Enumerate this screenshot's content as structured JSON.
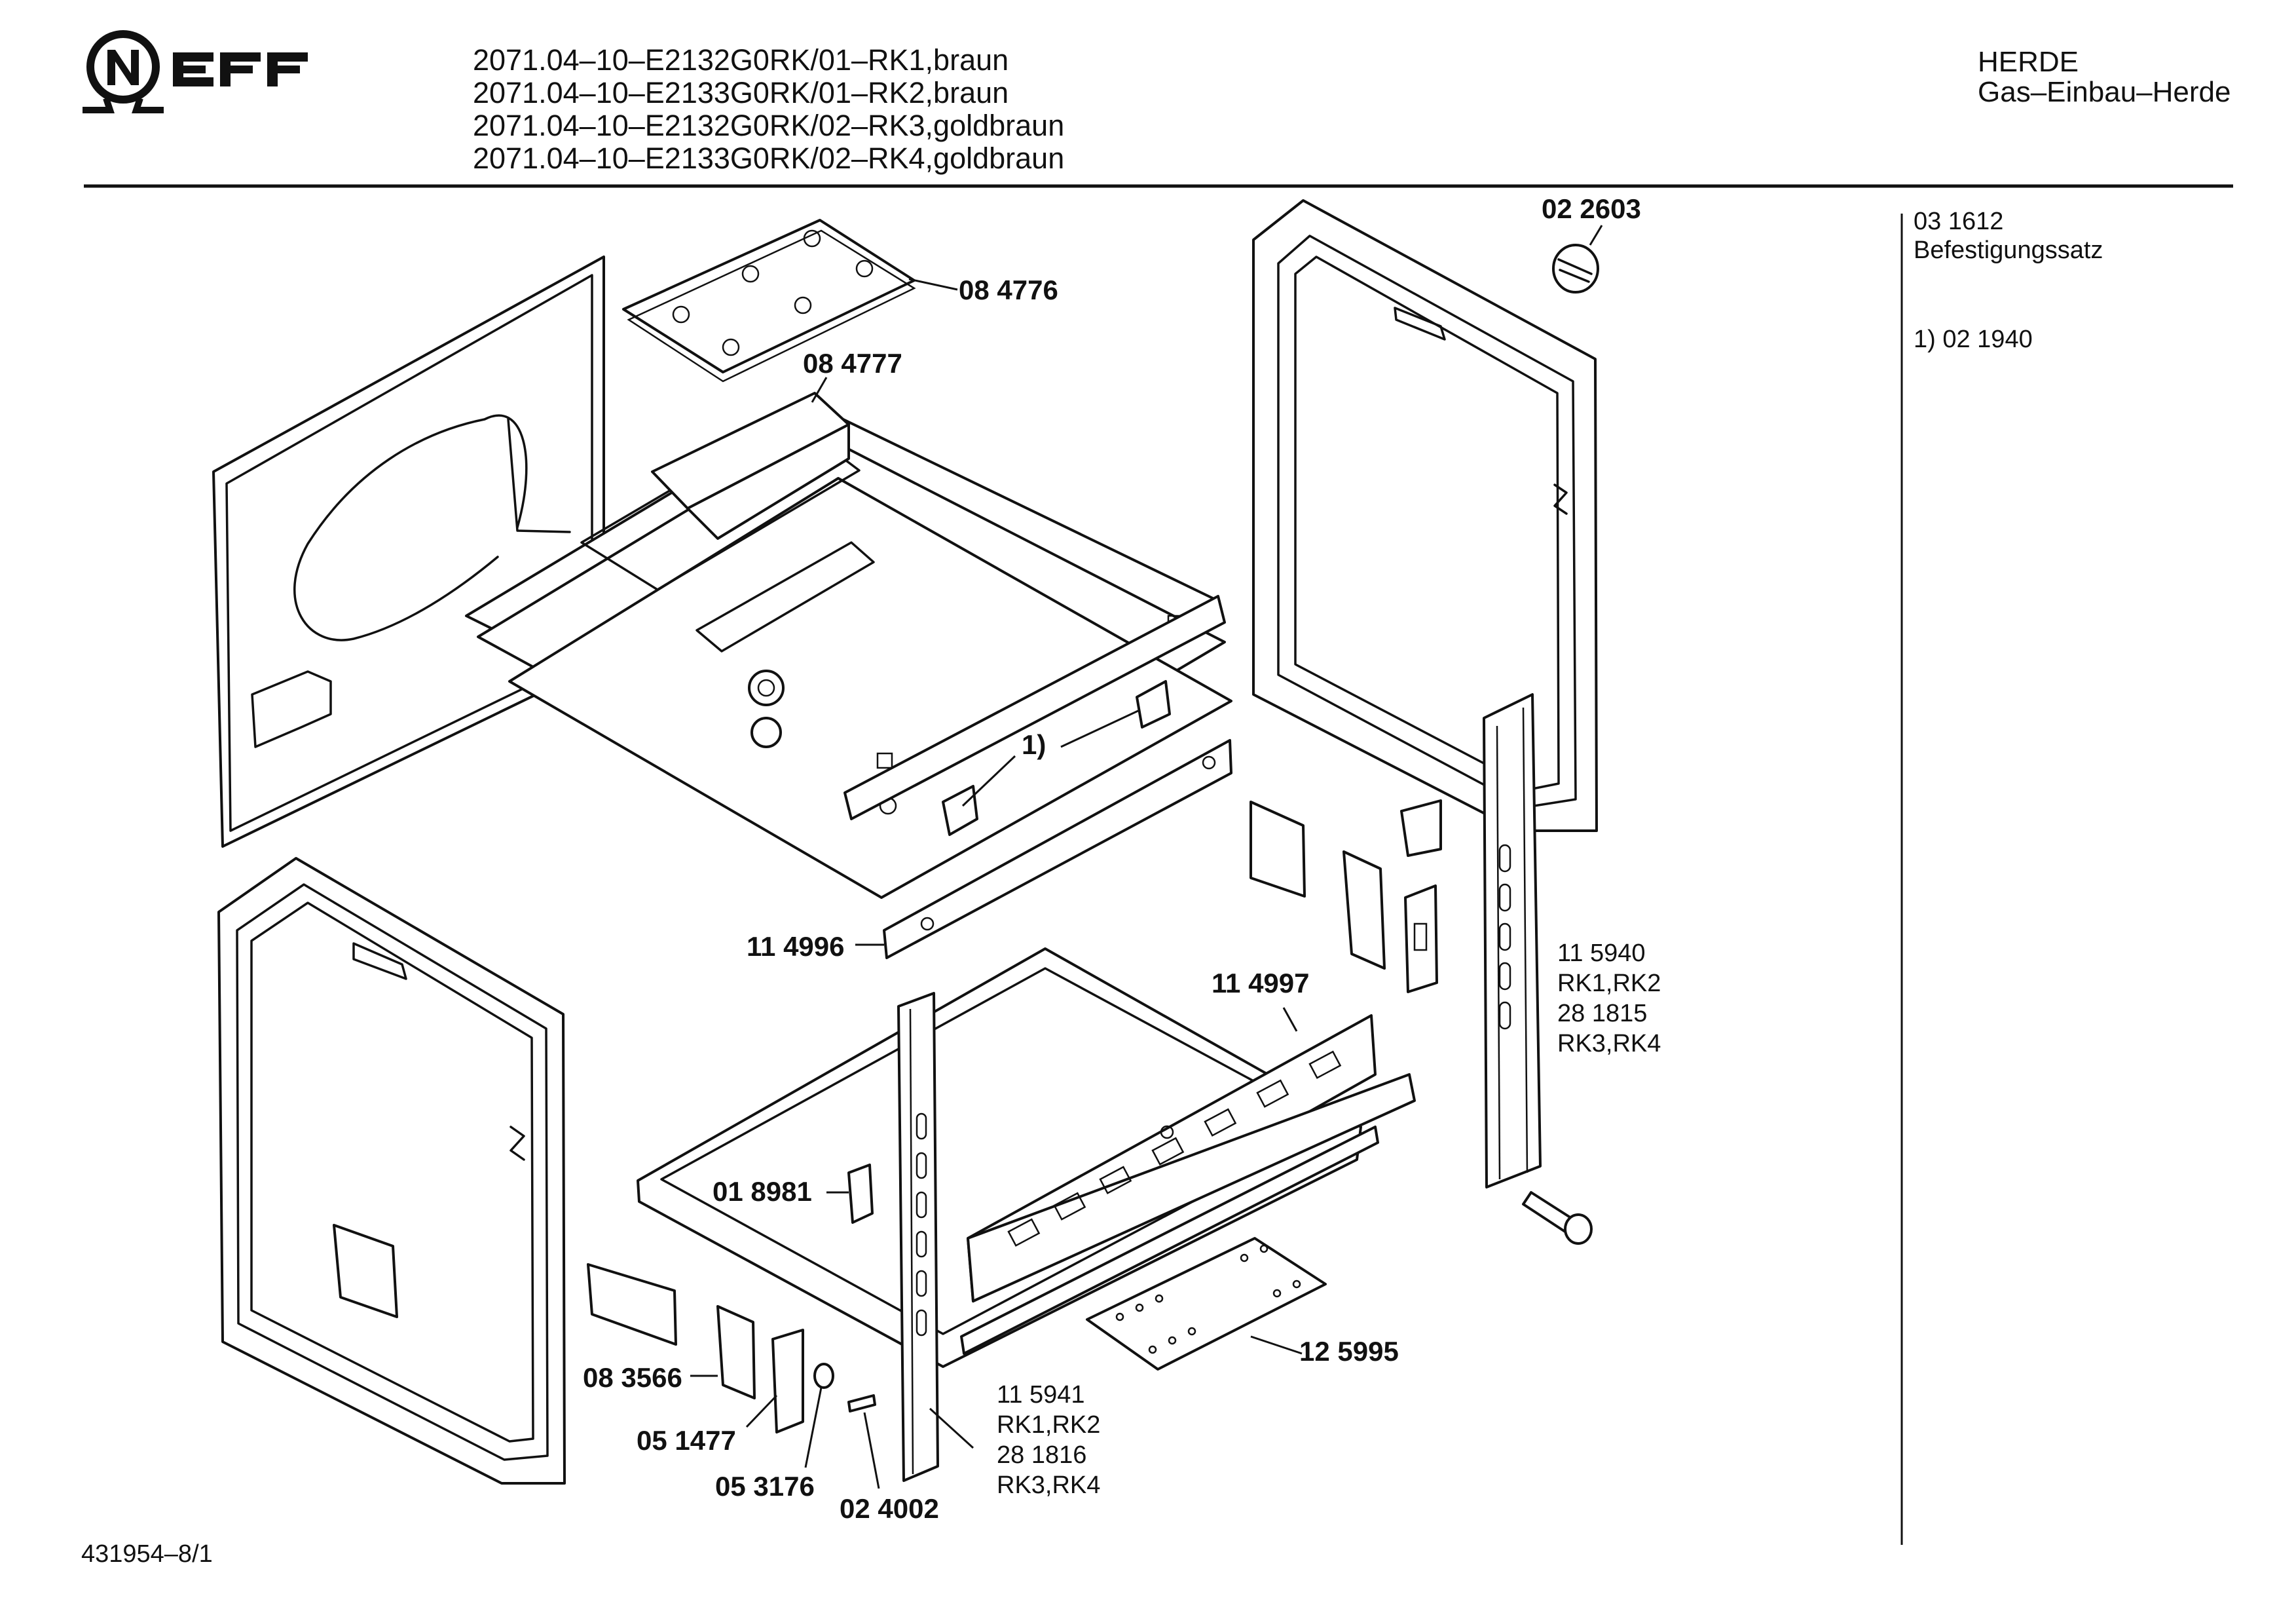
{
  "brand": {
    "name": "NEFF"
  },
  "header": {
    "models": [
      "2071.04–10–E2132G0RK/01–RK1,braun",
      "2071.04–10–E2133G0RK/01–RK2,braun",
      "2071.04–10–E2132G0RK/02–RK3,goldbraun",
      "2071.04–10–E2133G0RK/02–RK4,goldbraun"
    ],
    "category": "HERDE",
    "subcategory": "Gas–Einbau–Herde"
  },
  "sidebar": {
    "kit_number": "03 1612",
    "kit_name": "Befestigungssatz",
    "footnote": "1)  02 1940"
  },
  "parts": {
    "p022603": "02 2603",
    "p084776": "08 4776",
    "p084777": "08 4777",
    "p114996": "11 4996",
    "p114997": "11 4997",
    "p018981": "01 8981",
    "p083566": "08 3566",
    "p051477": "05 1477",
    "p053176": "05 3176",
    "p024002": "02 4002",
    "p125995": "12 5995",
    "ref1": "1)",
    "rail_right": [
      "11 5940",
      "RK1,RK2",
      "28 1815",
      "RK3,RK4"
    ],
    "rail_left": [
      "11 5941",
      "RK1,RK2",
      "28 1816",
      "RK3,RK4"
    ]
  },
  "footer": {
    "drawing_number": "431954–8/1"
  }
}
